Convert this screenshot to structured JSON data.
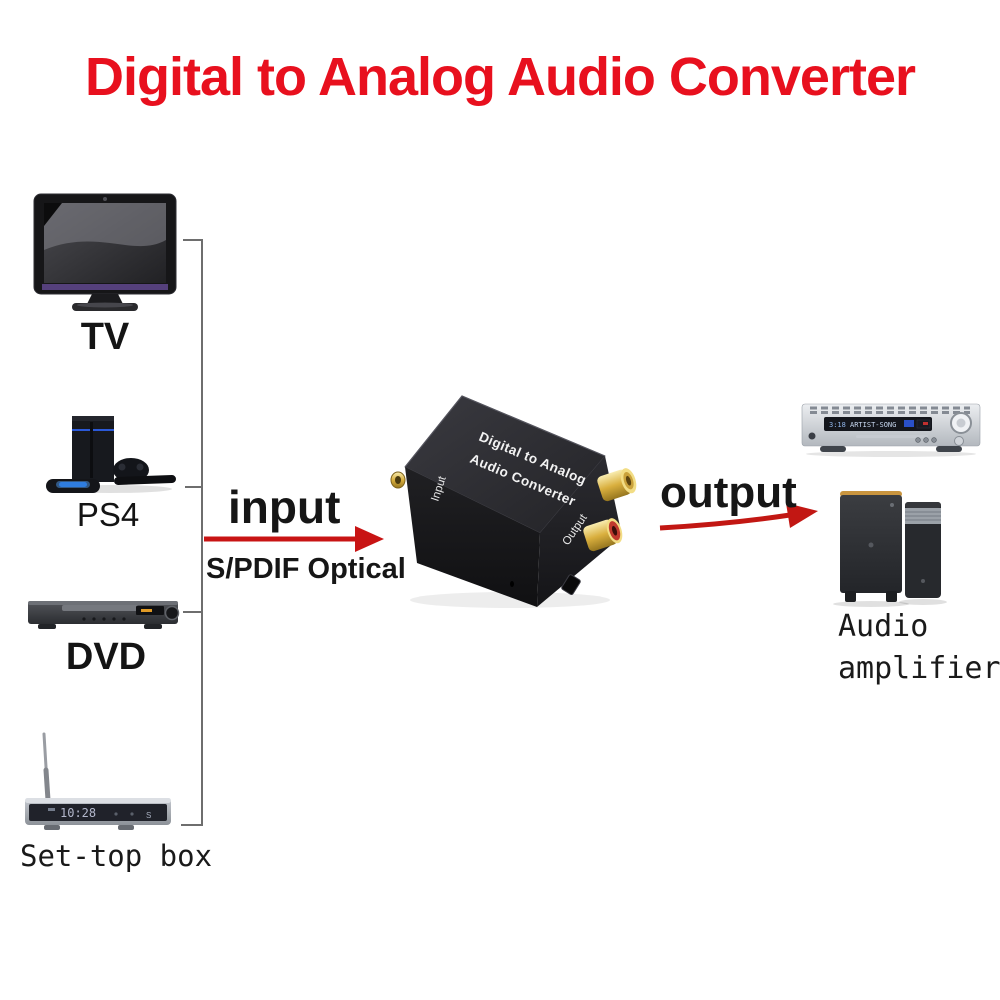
{
  "title": {
    "text": "Digital to Analog Audio Converter",
    "color": "#e8101e"
  },
  "colors": {
    "title_red": "#e8101e",
    "arrow_red": "#c81414",
    "connector_gray": "#6e6e6e"
  },
  "devices": {
    "tv": {
      "label": "TV"
    },
    "ps4": {
      "label": "PS4"
    },
    "dvd": {
      "label": "DVD"
    },
    "set_top_box": {
      "label": "Set-top box",
      "display": "10:28"
    }
  },
  "flow": {
    "input_label": "input",
    "input_sublabel": "S/PDIF Optical",
    "output_label": "output"
  },
  "converter": {
    "top_line1": "Digital to Analog",
    "top_line2": "Audio  Converter",
    "side_input_label": "Input",
    "side_output_label": "Output"
  },
  "receiver": {
    "display_left": "3:18",
    "display_text": "ARTIST-SONG"
  },
  "destination": {
    "line1": "Audio",
    "line2": "amplifier"
  }
}
